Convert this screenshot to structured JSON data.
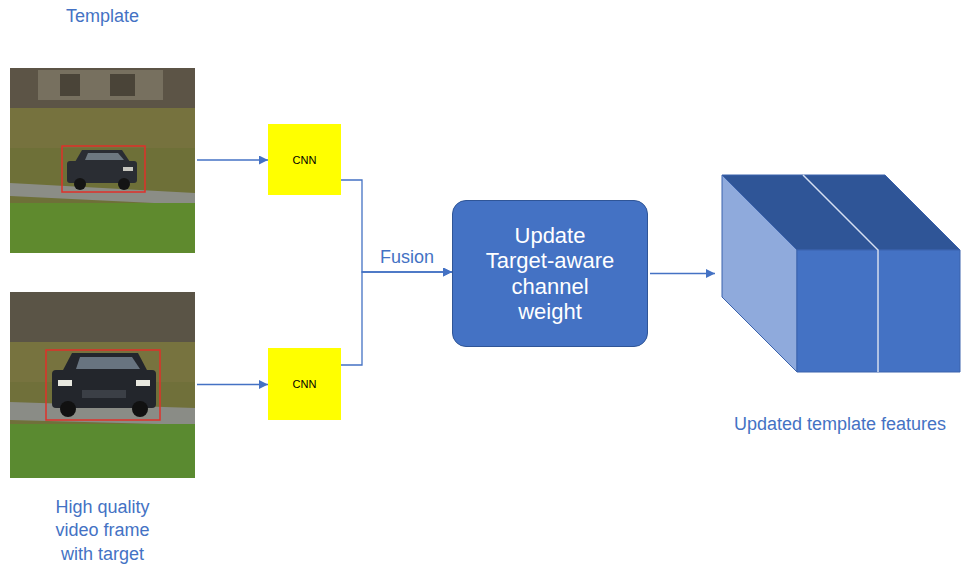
{
  "diagram": {
    "nodes": [
      {
        "text": [
          "Template"
        ]
      },
      {
        "text": [
          "High quality video frame with target"
        ]
      },
      {
        "text": [
          "CNN"
        ]
      },
      {
        "text": [
          "CNN"
        ]
      },
      {
        "text": [
          "Update Target-aware channel weight"
        ]
      },
      {
        "text": [
          "Updated template features"
        ]
      }
    ],
    "edges": [
      {
        "from": 0,
        "to": 2,
        "arrow": "to"
      },
      {
        "from": 1,
        "to": 3,
        "arrow": "to"
      },
      {
        "from": 2,
        "to": 4,
        "label": "Fusion",
        "arrow": "to"
      },
      {
        "from": 3,
        "to": 4,
        "arrow": "to"
      },
      {
        "from": 4,
        "to": 5,
        "arrow": "to"
      }
    ]
  }
}
